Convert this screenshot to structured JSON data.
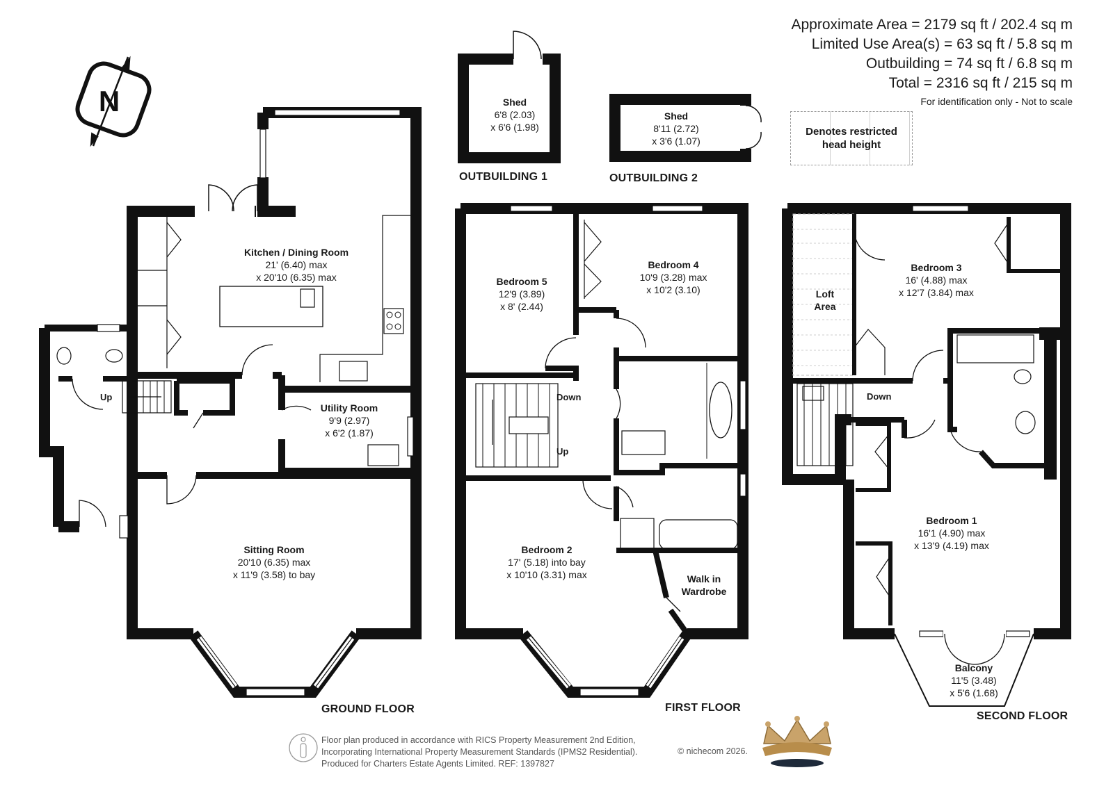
{
  "areas": {
    "approximate": "Approximate Area = 2179 sq ft / 202.4 sq m",
    "limited_use": "Limited Use Area(s) = 63 sq ft / 5.8 sq m",
    "outbuilding": "Outbuilding = 74 sq ft / 6.8 sq m",
    "total": "Total = 2316 sq ft / 215 sq m",
    "identification_note": "For identification only - Not to scale"
  },
  "legend": {
    "line1": "Denotes restricted",
    "line2": "head height"
  },
  "compass": {
    "letter": "N",
    "icon": "north-compass-icon"
  },
  "outbuildings": {
    "shed1": {
      "name": "Shed",
      "dim1": "6'8 (2.03)",
      "dim2": "x 6'6 (1.98)",
      "label": "OUTBUILDING 1"
    },
    "shed2": {
      "name": "Shed",
      "dim1": "8'11 (2.72)",
      "dim2": "x 3'6 (1.07)",
      "label": "OUTBUILDING 2"
    }
  },
  "ground_floor": {
    "label": "GROUND FLOOR",
    "kitchen": {
      "name": "Kitchen / Dining Room",
      "dim1": "21' (6.40) max",
      "dim2": "x 20'10 (6.35) max"
    },
    "utility": {
      "name": "Utility Room",
      "dim1": "9'9 (2.97)",
      "dim2": "x 6'2 (1.87)"
    },
    "sitting": {
      "name": "Sitting Room",
      "dim1": "20'10 (6.35) max",
      "dim2": "x 11'9 (3.58) to bay"
    },
    "stairs": "Up"
  },
  "first_floor": {
    "label": "FIRST FLOOR",
    "bedroom5": {
      "name": "Bedroom 5",
      "dim1": "12'9 (3.89)",
      "dim2": "x 8' (2.44)"
    },
    "bedroom4": {
      "name": "Bedroom 4",
      "dim1": "10'9 (3.28) max",
      "dim2": "x 10'2 (3.10)"
    },
    "bedroom2": {
      "name": "Bedroom 2",
      "dim1": "17' (5.18) into bay",
      "dim2": "x 10'10 (3.31) max"
    },
    "walkin": {
      "line1": "Walk in",
      "line2": "Wardrobe"
    },
    "down": "Down",
    "up": "Up"
  },
  "second_floor": {
    "label": "SECOND FLOOR",
    "bedroom3": {
      "name": "Bedroom 3",
      "dim1": "16' (4.88) max",
      "dim2": "x 12'7 (3.84) max"
    },
    "loft": {
      "line1": "Loft",
      "line2": "Area"
    },
    "bedroom1": {
      "name": "Bedroom 1",
      "dim1": "16'1 (4.90) max",
      "dim2": "x 13'9 (4.19) max"
    },
    "balcony": {
      "name": "Balcony",
      "dim1": "11'5 (3.48)",
      "dim2": "x 5'6 (1.68)"
    },
    "down": "Down"
  },
  "footer": {
    "line1": "Floor plan produced in accordance with RICS Property Measurement 2nd Edition,",
    "line2": "Incorporating International Property Measurement Standards (IPMS2 Residential).",
    "line3": "Produced for Charters Estate Agents Limited.   REF: 1397827",
    "copyright": "© nichecom 2026.",
    "logo_icon": "crown-logo-icon"
  }
}
